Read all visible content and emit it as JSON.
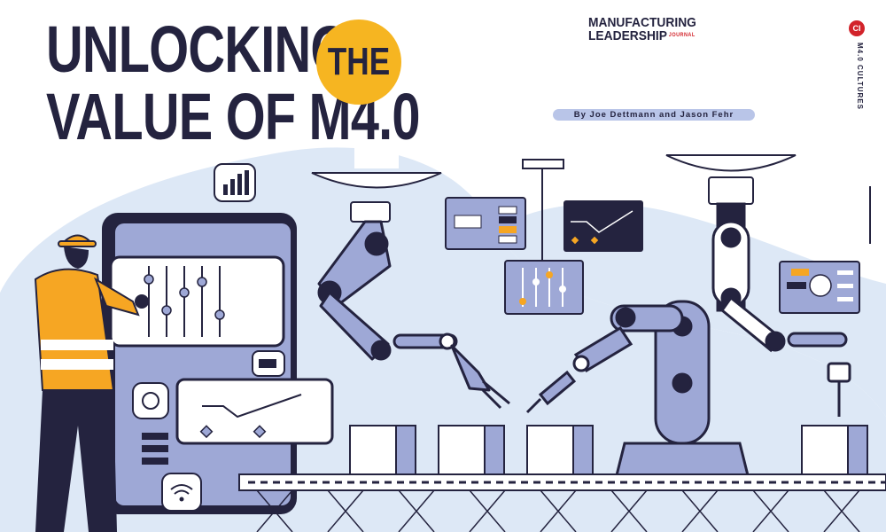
{
  "headline": {
    "line1": "UNLOCKING",
    "line2": "VALUE OF M4.0",
    "badge": "THE"
  },
  "logo": {
    "line1": "MANUFACTURING",
    "line2": "LEADERSHIP",
    "journal": "JOURNAL"
  },
  "byline": "By Joe Dettmann and Jason Fehr",
  "badge": {
    "initials": "CI",
    "section": "M4.0 CULTURES"
  },
  "colors": {
    "navy": "#24233f",
    "lavender": "#9ea8d6",
    "light_blue": "#dde8f6",
    "orange": "#f6a623",
    "yellow": "#f6b521",
    "red": "#d2232a"
  }
}
